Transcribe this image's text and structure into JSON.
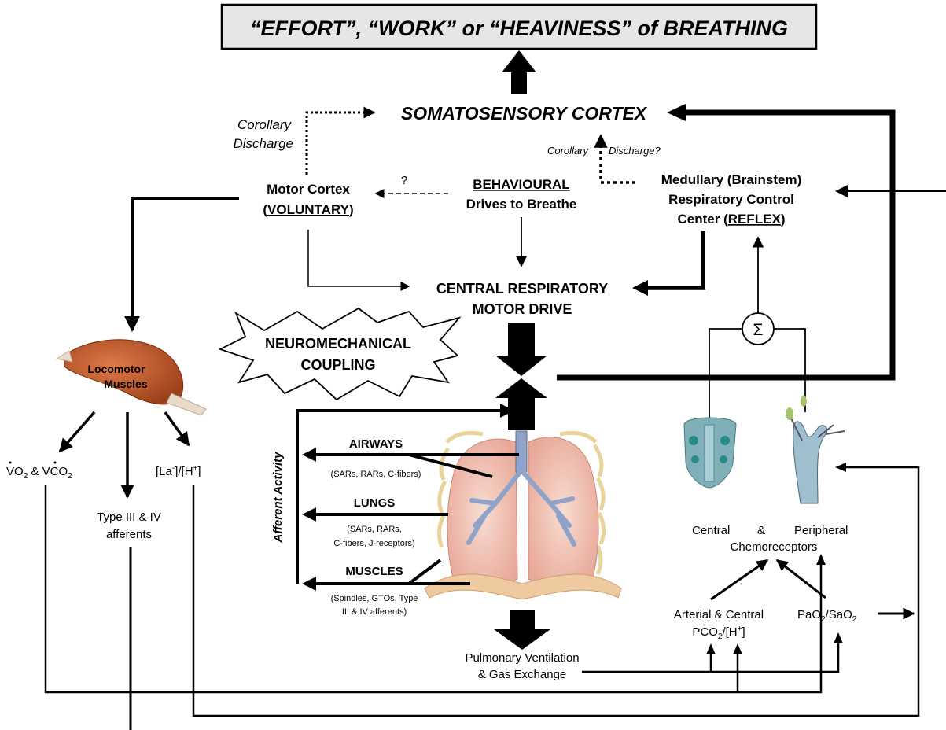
{
  "title": "“EFFORT”, “WORK” or “HEAVINESS” of BREATHING",
  "somatosensory": "SOMATOSENSORY CORTEX",
  "corollary_left": [
    "Corollary",
    "Discharge"
  ],
  "corollary_right": [
    "Corollary",
    "Discharge?"
  ],
  "motor_cortex": {
    "line1": "Motor Cortex",
    "paren_open": "(",
    "underlined": "VOLUNTARY",
    "paren_close": ")"
  },
  "question_mark": "?",
  "behavioural": {
    "underlined": "BEHAVIOURAL",
    "line2": "Drives to Breathe"
  },
  "medullary": {
    "line1": "Medullary (Brainstem)",
    "line2": "Respiratory Control",
    "line3_prefix": "Center (",
    "underlined": "REFLEX",
    "line3_suffix": ")"
  },
  "central_drive": [
    "CENTRAL RESPIRATORY",
    "MOTOR DRIVE"
  ],
  "neuromechanical": [
    "NEUROMECHANICAL",
    "COUPLING"
  ],
  "sigma": "Σ",
  "locomotor": [
    "Locomotor",
    "Muscles"
  ],
  "vo2": {
    "v1": "V",
    "o": "O",
    "sub1": "2",
    "amp": " & ",
    "v2": "V",
    "co": "CO",
    "sub2": "2"
  },
  "lactate": {
    "a": "[La",
    "sup1": "-",
    "b": "]/[H",
    "sup2": "+",
    "c": "]"
  },
  "type3": [
    "Type III & IV",
    "afferents"
  ],
  "afferent_activity": "Afferent Activity",
  "airways": {
    "label": "AIRWAYS",
    "detail": "(SARs, RARs, C-fibers)"
  },
  "lungs": {
    "label": "LUNGS",
    "detail": [
      "(SARs, RARs,",
      "C-fibers, J-receptors)"
    ]
  },
  "muscles": {
    "label": "MUSCLES",
    "detail": [
      "(Spindles, GTOs, Type",
      "III & IV afferents)"
    ]
  },
  "pulmonary": [
    "Pulmonary Ventilation",
    "& Gas Exchange"
  ],
  "chemo": {
    "central": "Central",
    "amp": "&",
    "peripheral": "Peripheral",
    "line2": "Chemoreceptors"
  },
  "arterial": {
    "line1": "Arterial & Central",
    "pco": "PCO",
    "sub": "2",
    "h": "/[H",
    "sup": "+",
    "close": "]"
  },
  "pao2": {
    "pa": "PaO",
    "sub1": "2",
    "sa": "/SaO",
    "sub2": "2"
  },
  "colors": {
    "title_box_fill": "#e6e6e6",
    "muscle": "#c8602f",
    "lung": "#efc0b3",
    "airway": "#8fa3c9",
    "diaphragm": "#efc9a0",
    "chemo_central": "#7fb0b8",
    "chemo_peripheral": "#9fbfcf"
  }
}
